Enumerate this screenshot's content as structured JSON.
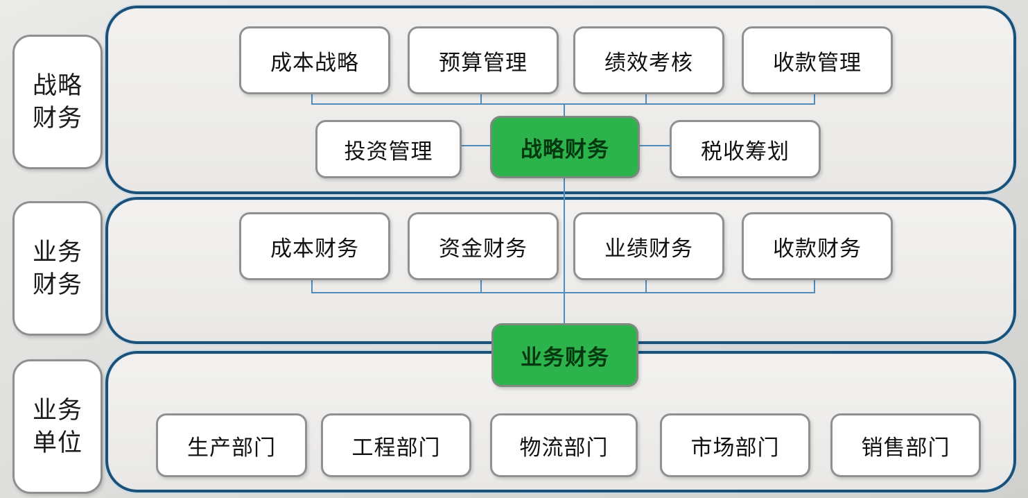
{
  "colors": {
    "section_border": "#1b5178",
    "section_halo": "#cfe3f2",
    "box_border": "#909090",
    "green_fill": "#2cb34c",
    "green_text": "#06380f",
    "connector": "#4e8cbe"
  },
  "lanes": [
    {
      "line1": "战略",
      "line2": "财务"
    },
    {
      "line1": "业务",
      "line2": "财务"
    },
    {
      "line1": "业务",
      "line2": "单位"
    }
  ],
  "strategic_section": {
    "top_boxes": [
      "成本战略",
      "预算管理",
      "绩效考核",
      "收款管理"
    ],
    "left_box": "投资管理",
    "center_box": "战略财务",
    "right_box": "税收筹划"
  },
  "business_finance_section": {
    "boxes": [
      "成本财务",
      "资金财务",
      "业绩财务",
      "收款财务"
    ],
    "center_box": "业务财务"
  },
  "business_units_section": {
    "boxes": [
      "生产部门",
      "工程部门",
      "物流部门",
      "市场部门",
      "销售部门"
    ]
  }
}
